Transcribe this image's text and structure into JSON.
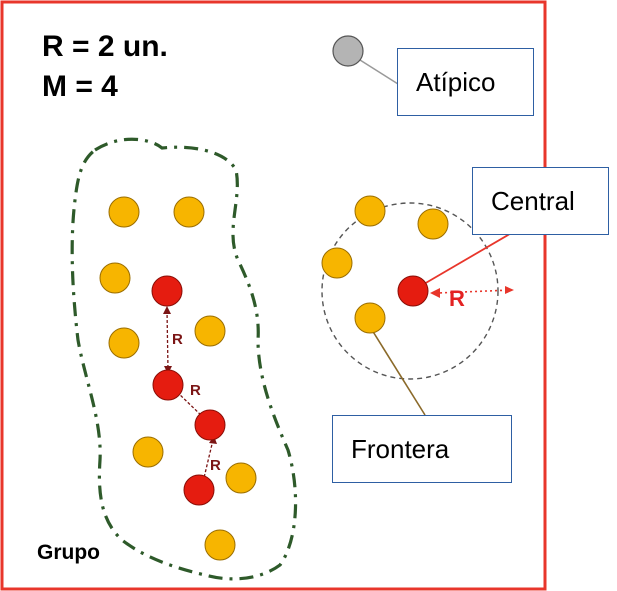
{
  "params": {
    "radius": "R = 2 un.",
    "minpts": "M = 4"
  },
  "labels": {
    "outlier": "Atípico",
    "central": "Central",
    "border": "Frontera",
    "group": "Grupo",
    "r": "R"
  },
  "colors": {
    "frame": "#e8362b",
    "border_point": "#f7b500",
    "core_point": "#e51c10",
    "outlier_point": "#b4b4b4",
    "cluster_outline": "#2e5a2a",
    "box_border": "#2e5fa3"
  }
}
